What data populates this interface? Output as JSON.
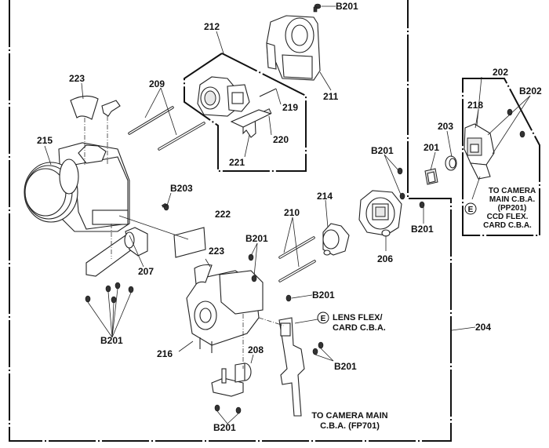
{
  "diagram": {
    "type": "exploded-parts-diagram",
    "subject": "camera lens unit assembly",
    "part_labels": {
      "p201": "201",
      "p202": "202",
      "p203": "203",
      "p204": "204",
      "p206": "206",
      "p207": "207",
      "p208": "208",
      "p209": "209",
      "p210": "210",
      "p211": "211",
      "p212": "212",
      "p214": "214",
      "p215": "215",
      "p216": "216",
      "p218": "218",
      "p219": "219",
      "p220": "220",
      "p221": "221",
      "p222": "222",
      "p223a": "223",
      "p223b": "223"
    },
    "screw_labels": {
      "b201_top": "B201",
      "b201_206a": "B201",
      "b201_206b": "B201",
      "b201_216": "B201",
      "b201_mid": "B201",
      "b201_207": "B201",
      "b201_flex": "B201",
      "b201_208": "B201",
      "b202": "B202",
      "b203": "B203"
    },
    "connector_symbol": "E",
    "notes": {
      "ccd": {
        "line1": "TO CAMERA",
        "line2": "MAIN C.B.A.",
        "line3": "(PP201)",
        "line4": "CCD FLEX.",
        "line5": "CARD C.B.A."
      },
      "lens_flex": {
        "line1": "LENS FLEX/",
        "line2": "CARD C.B.A."
      },
      "to_main": {
        "line1": "TO CAMERA MAIN",
        "line2": "C.B.A. (FP701)"
      }
    }
  }
}
